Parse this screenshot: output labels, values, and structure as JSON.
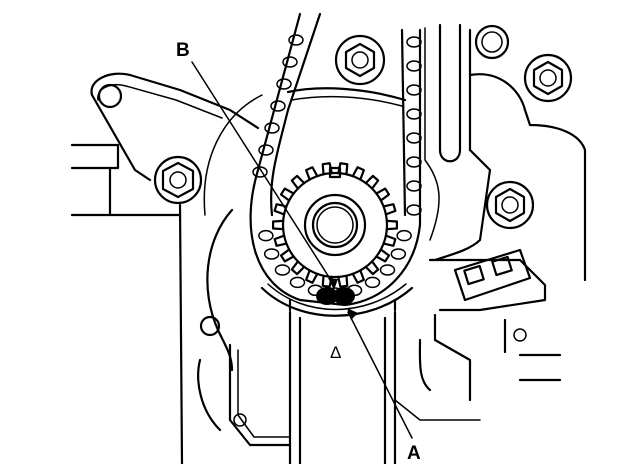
{
  "labels": {
    "a": "A",
    "b": "B"
  },
  "marks": {
    "triangle": "Δ"
  },
  "colors": {
    "ink": "#000000",
    "paper": "#ffffff"
  }
}
